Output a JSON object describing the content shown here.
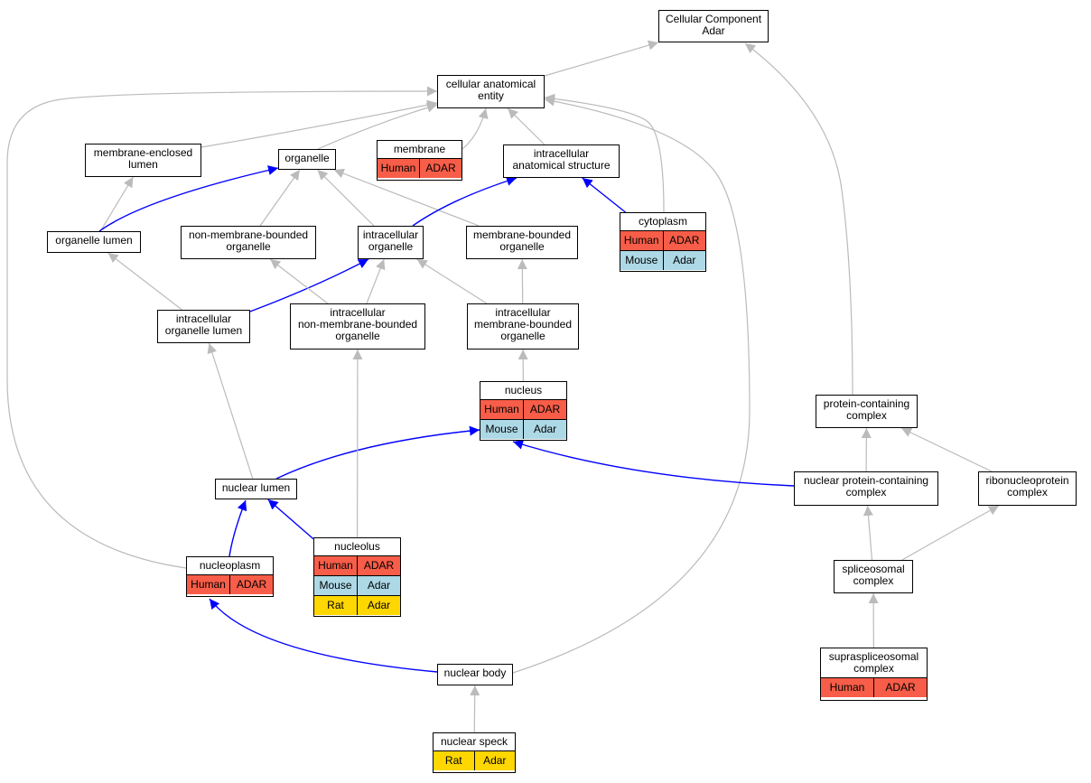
{
  "colors": {
    "human": "#f75d48",
    "mouse": "#add8e6",
    "rat": "#ffd700",
    "edge_gray": "#bbbbbb",
    "edge_blue": "#0000ff"
  },
  "nodes": {
    "cellular_component": {
      "title": "Cellular Component\nAdar"
    },
    "cellular_anatomical_entity": {
      "title": "cellular anatomical\nentity"
    },
    "membrane_enclosed_lumen": {
      "title": "membrane-enclosed\nlumen"
    },
    "organelle": {
      "title": "organelle"
    },
    "membrane": {
      "title": "membrane",
      "rows": [
        [
          "Human",
          "ADAR"
        ]
      ]
    },
    "intracellular_anatomical_structure": {
      "title": "intracellular\nanatomical structure"
    },
    "organelle_lumen": {
      "title": "organelle lumen"
    },
    "non_membrane_bounded_organelle": {
      "title": "non-membrane-bounded\norganelle"
    },
    "intracellular_organelle": {
      "title": "intracellular\norganelle"
    },
    "membrane_bounded_organelle": {
      "title": "membrane-bounded\norganelle"
    },
    "cytoplasm": {
      "title": "cytoplasm",
      "rows": [
        [
          "Human",
          "ADAR"
        ],
        [
          "Mouse",
          "Adar"
        ]
      ]
    },
    "intracellular_organelle_lumen": {
      "title": "intracellular\norganelle lumen"
    },
    "intracellular_non_membrane_bounded_organelle": {
      "title": "intracellular\nnon-membrane-bounded\norganelle"
    },
    "intracellular_membrane_bounded_organelle": {
      "title": "intracellular\nmembrane-bounded\norganelle"
    },
    "nucleus": {
      "title": "nucleus",
      "rows": [
        [
          "Human",
          "ADAR"
        ],
        [
          "Mouse",
          "Adar"
        ]
      ]
    },
    "protein_containing_complex": {
      "title": "protein-containing\ncomplex"
    },
    "nuclear_lumen": {
      "title": "nuclear lumen"
    },
    "nuclear_protein_containing_complex": {
      "title": "nuclear protein-containing\ncomplex"
    },
    "ribonucleoprotein_complex": {
      "title": "ribonucleoprotein\ncomplex"
    },
    "nucleolus": {
      "title": "nucleolus",
      "rows": [
        [
          "Human",
          "ADAR"
        ],
        [
          "Mouse",
          "Adar"
        ],
        [
          "Rat",
          "Adar"
        ]
      ]
    },
    "nucleoplasm": {
      "title": "nucleoplasm",
      "rows": [
        [
          "Human",
          "ADAR"
        ]
      ]
    },
    "spliceosomal_complex": {
      "title": "spliceosomal\ncomplex"
    },
    "supraspliceosomal_complex": {
      "title": "supraspliceosomal\ncomplex",
      "rows": [
        [
          "Human",
          "ADAR"
        ]
      ]
    },
    "nuclear_body": {
      "title": "nuclear body"
    },
    "nuclear_speck": {
      "title": "nuclear speck",
      "rows": [
        [
          "Rat",
          "Adar"
        ]
      ]
    }
  },
  "edges": [
    {
      "from": "cellular_anatomical_entity",
      "to": "cellular_component",
      "color": "gray"
    },
    {
      "from": "protein_containing_complex",
      "to": "cellular_component",
      "color": "gray"
    },
    {
      "from": "membrane_enclosed_lumen",
      "to": "cellular_anatomical_entity",
      "color": "gray"
    },
    {
      "from": "organelle",
      "to": "cellular_anatomical_entity",
      "color": "gray"
    },
    {
      "from": "membrane",
      "to": "cellular_anatomical_entity",
      "color": "gray"
    },
    {
      "from": "intracellular_anatomical_structure",
      "to": "cellular_anatomical_entity",
      "color": "gray"
    },
    {
      "from": "cytoplasm",
      "to": "cellular_anatomical_entity",
      "color": "gray"
    },
    {
      "from": "nucleoplasm",
      "to": "cellular_anatomical_entity",
      "color": "gray"
    },
    {
      "from": "nuclear_body",
      "to": "cellular_anatomical_entity",
      "color": "gray"
    },
    {
      "from": "organelle_lumen",
      "to": "membrane_enclosed_lumen",
      "color": "gray"
    },
    {
      "from": "organelle_lumen",
      "to": "organelle",
      "color": "blue"
    },
    {
      "from": "non_membrane_bounded_organelle",
      "to": "organelle",
      "color": "gray"
    },
    {
      "from": "intracellular_organelle",
      "to": "organelle",
      "color": "gray"
    },
    {
      "from": "membrane_bounded_organelle",
      "to": "organelle",
      "color": "gray"
    },
    {
      "from": "intracellular_organelle",
      "to": "intracellular_anatomical_structure",
      "color": "blue"
    },
    {
      "from": "cytoplasm",
      "to": "intracellular_anatomical_structure",
      "color": "blue"
    },
    {
      "from": "intracellular_organelle_lumen",
      "to": "organelle_lumen",
      "color": "gray"
    },
    {
      "from": "intracellular_organelle_lumen",
      "to": "intracellular_organelle",
      "color": "blue"
    },
    {
      "from": "intracellular_non_membrane_bounded_organelle",
      "to": "non_membrane_bounded_organelle",
      "color": "gray"
    },
    {
      "from": "intracellular_non_membrane_bounded_organelle",
      "to": "intracellular_organelle",
      "color": "gray"
    },
    {
      "from": "intracellular_membrane_bounded_organelle",
      "to": "intracellular_organelle",
      "color": "gray"
    },
    {
      "from": "intracellular_membrane_bounded_organelle",
      "to": "membrane_bounded_organelle",
      "color": "gray"
    },
    {
      "from": "nucleus",
      "to": "intracellular_membrane_bounded_organelle",
      "color": "gray"
    },
    {
      "from": "nuclear_lumen",
      "to": "intracellular_organelle_lumen",
      "color": "gray"
    },
    {
      "from": "nuclear_lumen",
      "to": "nucleus",
      "color": "blue"
    },
    {
      "from": "nuclear_protein_containing_complex",
      "to": "nucleus",
      "color": "blue"
    },
    {
      "from": "nuclear_protein_containing_complex",
      "to": "protein_containing_complex",
      "color": "gray"
    },
    {
      "from": "ribonucleoprotein_complex",
      "to": "protein_containing_complex",
      "color": "gray"
    },
    {
      "from": "nucleolus",
      "to": "intracellular_non_membrane_bounded_organelle",
      "color": "gray"
    },
    {
      "from": "nucleolus",
      "to": "nuclear_lumen",
      "color": "blue"
    },
    {
      "from": "nucleoplasm",
      "to": "nuclear_lumen",
      "color": "blue"
    },
    {
      "from": "spliceosomal_complex",
      "to": "nuclear_protein_containing_complex",
      "color": "gray"
    },
    {
      "from": "spliceosomal_complex",
      "to": "ribonucleoprotein_complex",
      "color": "gray"
    },
    {
      "from": "supraspliceosomal_complex",
      "to": "spliceosomal_complex",
      "color": "gray"
    },
    {
      "from": "nuclear_body",
      "to": "nucleoplasm",
      "color": "blue"
    },
    {
      "from": "nuclear_speck",
      "to": "nuclear_body",
      "color": "gray"
    }
  ]
}
